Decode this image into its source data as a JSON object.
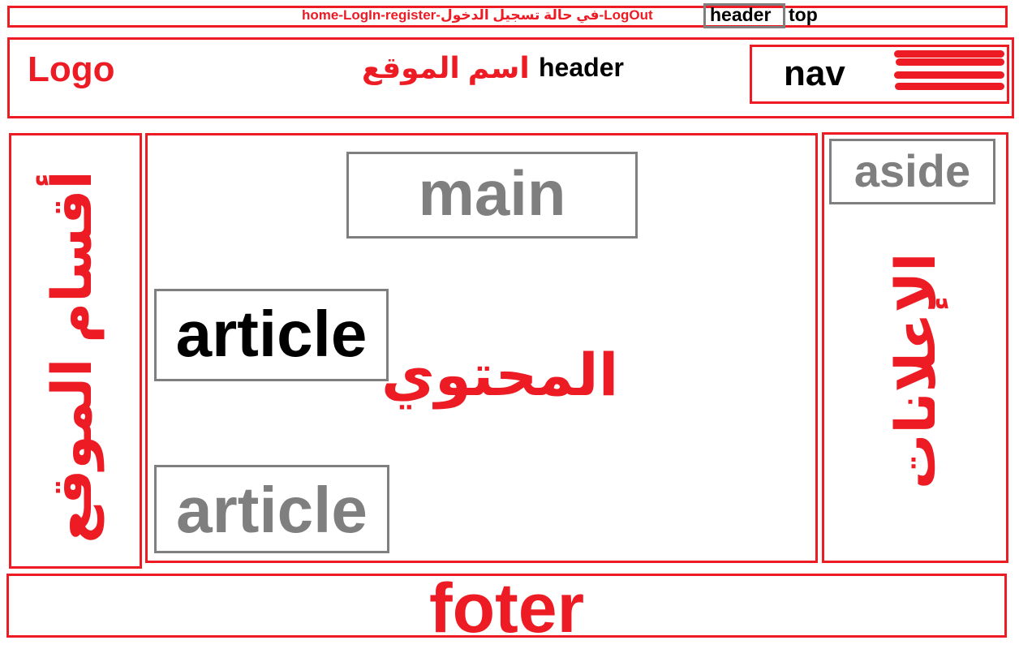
{
  "topbar": {
    "links": "home-LogIn-register-في حالة تسجيل الدخول-LogOut",
    "header_tag": "header",
    "top_label": "top"
  },
  "header": {
    "logo": "Logo",
    "site_name": "اسم الموقع",
    "label": "header",
    "nav_label": "nav",
    "menu_icon": "hamburger-icon"
  },
  "left_sidebar": {
    "title": "أقسام الموقع"
  },
  "main": {
    "label": "main",
    "article_1": "article",
    "content": "المحتوي",
    "article_2": "article"
  },
  "aside": {
    "label": "aside",
    "ads": "الإعلانات"
  },
  "footer": {
    "label": "foter"
  },
  "colors": {
    "accent": "#ed1c24",
    "gray": "#7f7f7f",
    "text": "#000000"
  }
}
